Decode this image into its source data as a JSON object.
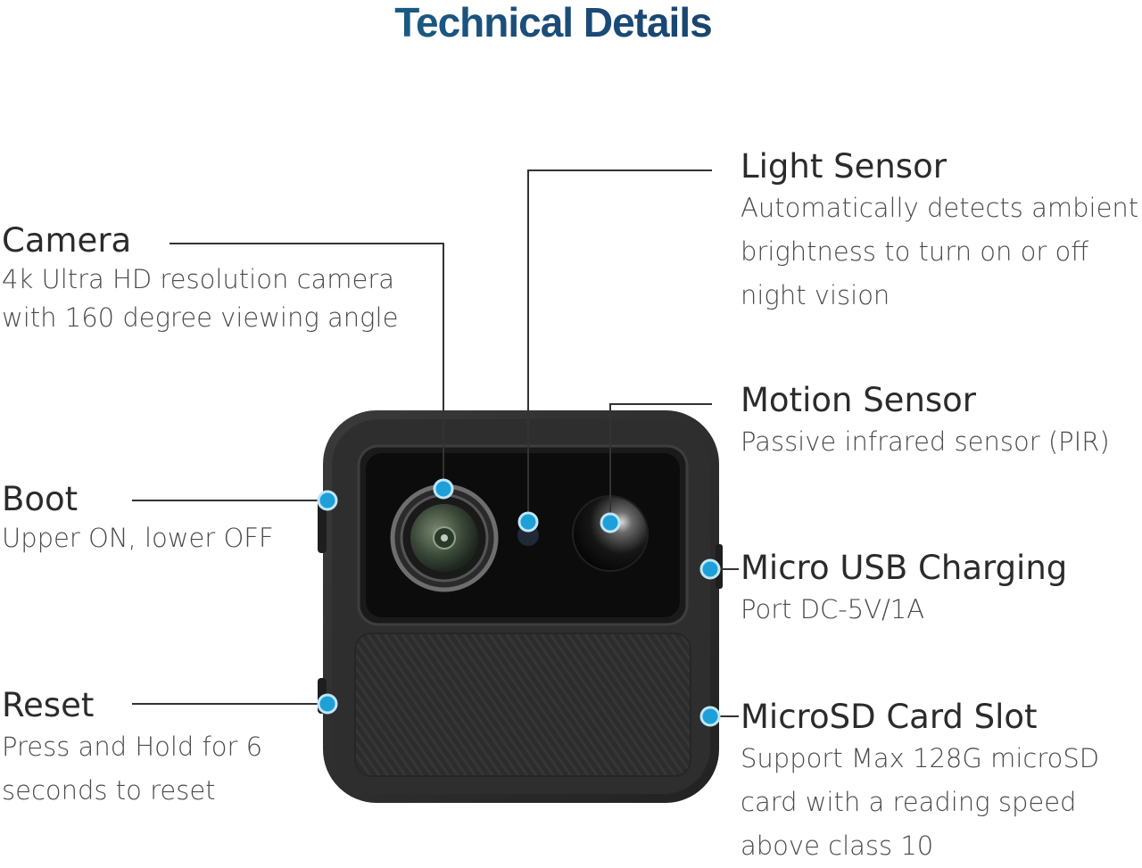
{
  "title": "Technical Details",
  "features": {
    "camera": {
      "heading": "Camera",
      "desc": "4k Ultra HD resolution camera\nwith 160 degree viewing angle"
    },
    "light_sensor": {
      "heading": "Light Sensor",
      "desc": "Automatically detects ambient\nbrightness to turn on or off\nnight vision"
    },
    "motion_sensor": {
      "heading": "Motion Sensor",
      "desc": "Passive infrared sensor (PIR)"
    },
    "boot": {
      "heading": "Boot",
      "desc": "Upper ON, lower OFF"
    },
    "usb": {
      "heading": "Micro USB Charging",
      "desc": "Port DC-5V/1A"
    },
    "reset": {
      "heading": "Reset",
      "desc": "Press and Hold for 6\nseconds to reset"
    },
    "microsd": {
      "heading": "MicroSD Card Slot",
      "desc": "Support Max 128G microSD\ncard with a reading speed\nabove class 10"
    }
  },
  "colors": {
    "title_start": "#0d8a9a",
    "title_end": "#143258",
    "callout_dot": "#1e9fd8",
    "device_body": "#2a2a2a",
    "leader_line": "#333333"
  }
}
